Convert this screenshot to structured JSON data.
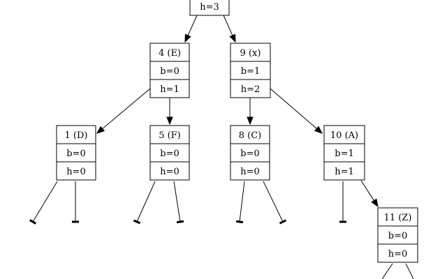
{
  "diagram": {
    "type": "avl-tree",
    "colors": {
      "stroke": "#000000",
      "fill": "#ffffff",
      "text": "#000000"
    },
    "nodes": [
      {
        "id": "root",
        "label": "",
        "balance": "",
        "height": "h=3"
      },
      {
        "id": "n4",
        "label": "4 (E)",
        "balance": "b=0",
        "height": "h=1"
      },
      {
        "id": "n9",
        "label": "9 (x)",
        "balance": "b=1",
        "height": "h=2"
      },
      {
        "id": "n1",
        "label": "1 (D)",
        "balance": "b=0",
        "height": "h=0"
      },
      {
        "id": "n5",
        "label": "5 (F)",
        "balance": "b=0",
        "height": "h=0"
      },
      {
        "id": "n8",
        "label": "8 (C)",
        "balance": "b=0",
        "height": "h=0"
      },
      {
        "id": "n10",
        "label": "10 (A)",
        "balance": "b=1",
        "height": "h=1"
      },
      {
        "id": "n11",
        "label": "11 (Z)",
        "balance": "b=0",
        "height": "h=0"
      }
    ],
    "edges": [
      {
        "from": "root",
        "to": "n4"
      },
      {
        "from": "root",
        "to": "n9"
      },
      {
        "from": "n4",
        "to": "n1"
      },
      {
        "from": "n4",
        "to": "n5"
      },
      {
        "from": "n9",
        "to": "n8"
      },
      {
        "from": "n9",
        "to": "n10"
      },
      {
        "from": "n10",
        "to": "n11"
      }
    ],
    "null_children": [
      {
        "parent": "n1",
        "side": "left"
      },
      {
        "parent": "n1",
        "side": "right"
      },
      {
        "parent": "n5",
        "side": "left"
      },
      {
        "parent": "n5",
        "side": "right"
      },
      {
        "parent": "n8",
        "side": "left"
      },
      {
        "parent": "n8",
        "side": "right"
      },
      {
        "parent": "n10",
        "side": "left"
      },
      {
        "parent": "n11",
        "side": "left"
      },
      {
        "parent": "n11",
        "side": "right"
      }
    ]
  }
}
